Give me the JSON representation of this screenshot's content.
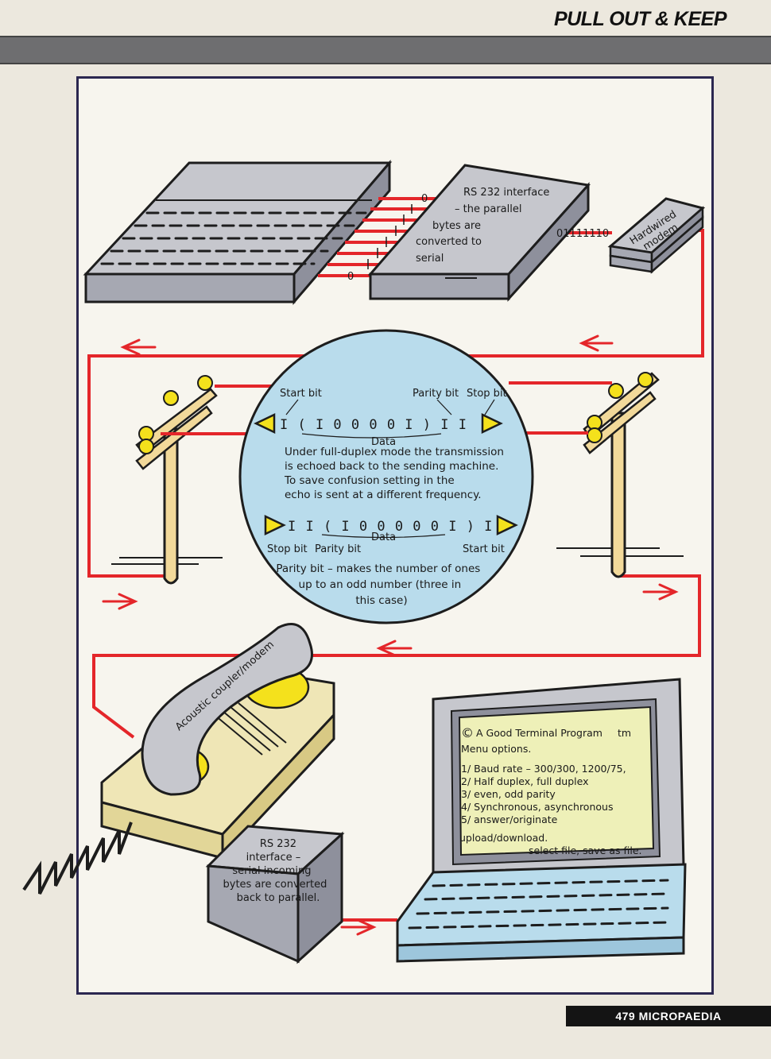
{
  "header": {
    "title": "PULL OUT & KEEP"
  },
  "footer": {
    "page": "479 MICROPAEDIA"
  },
  "rs232_top": {
    "lines": [
      "RS 232 interface",
      "– the parallel",
      "bytes are",
      "converted to",
      "serial"
    ]
  },
  "parallel_bits": {
    "top": "0",
    "bottom": "0"
  },
  "serial_stream": "01111110",
  "modem_label": [
    "Hardwired",
    "modem"
  ],
  "circle": {
    "start_bit": "Start bit",
    "parity_bit": "Parity bit",
    "stop_bit": "Stop bit",
    "bits_top": "I (  I  0  0  0  0  I  )  I    I",
    "data": "Data",
    "echo_text": [
      "Under full-duplex mode the transmission",
      "is echoed back to the sending machine.",
      "To save confusion setting in the",
      "echo is sent at a different frequency."
    ],
    "bits_bottom": "I I (  I  0  0  0  0  0  I  ) I",
    "data2": "Data",
    "stop_bit2": "Stop bit",
    "parity_bit2": "Parity bit",
    "start_bit2": "Start bit",
    "parity_note": [
      "Parity bit – makes the number of ones",
      "up to an odd number  (three in",
      "this case)"
    ]
  },
  "coupler_label": "Acoustic coupler/modem",
  "rs232_bottom": {
    "lines": [
      "RS 232",
      "interface –",
      "serial incoming",
      "bytes are converted",
      "back to  parallel."
    ]
  },
  "terminal": {
    "title": "A Good Terminal Program",
    "tm": "tm",
    "copyright_symbol": "©",
    "menu": "Menu options.",
    "options": [
      "1/ Baud rate – 300/300, 1200/75,",
      "2/ Half duplex, full duplex",
      "3/ even, odd parity",
      "4/ Synchronous, asynchronous",
      "5/ answer/originate"
    ],
    "upload": "upload/download.",
    "select": "select file, save as file."
  },
  "colors": {
    "wire": "#e4262a",
    "frame": "#2b2750",
    "circle": "#b9dcec",
    "screen": "#eef0b8",
    "pole": "#f2d99a"
  }
}
